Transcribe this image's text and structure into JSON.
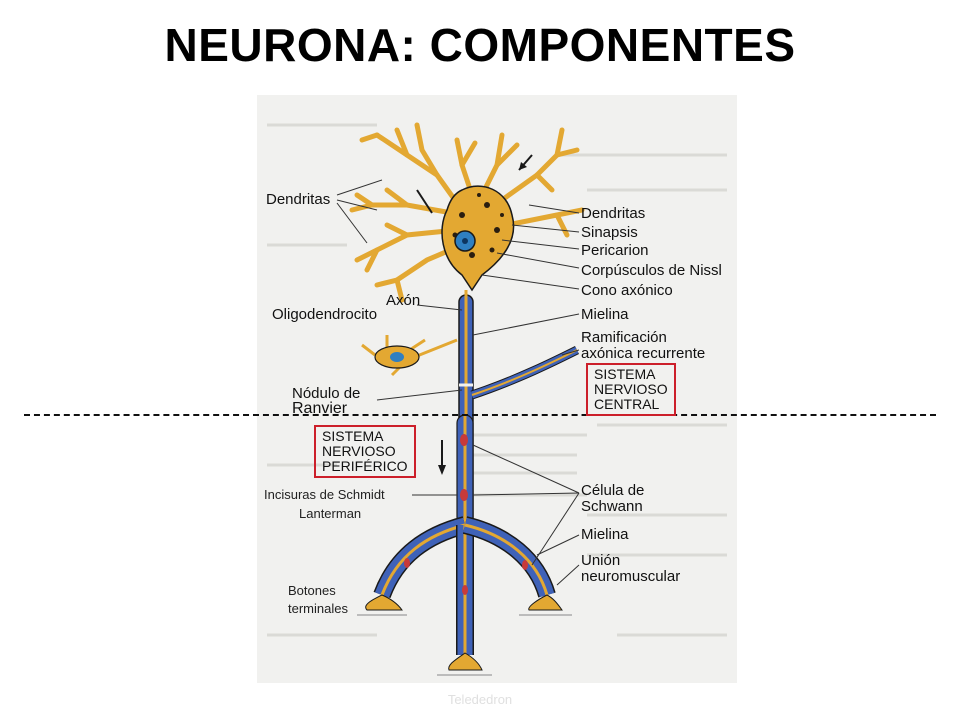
{
  "title": "NEURONA: COMPONENTES",
  "labels": {
    "dendritas_left": "Dendritas",
    "oligodendrocito": "Oligodendrocito",
    "axon": "Axón",
    "nodulo_1": "Nódulo de",
    "nodulo_2": "Ranvier",
    "dendritas_right": "Dendritas",
    "sinapsis": "Sinapsis",
    "pericarion": "Pericarion",
    "corpusculos": "Corpúsculos de Nissl",
    "cono": "Cono axónico",
    "mielina_top": "Mielina",
    "ramificacion_1": "Ramificación",
    "ramificacion_2": "axónica recurrente",
    "celula_1": "Célula de",
    "celula_2": "Schwann",
    "mielina_bottom": "Mielina",
    "union_1": "Unión",
    "union_2": "neuromuscular",
    "incisuras_1": "Incisuras de Schmidt",
    "incisuras_2": "Lanterman",
    "botones_1": "Botones",
    "botones_2": "terminales"
  },
  "boxes": {
    "snc": [
      "SISTEMA",
      "NERVIOSO",
      "CENTRAL"
    ],
    "snp": [
      "SISTEMA",
      "NERVIOSO",
      "PERIFÉRICO"
    ]
  },
  "watermark": "Telededron",
  "colors": {
    "neuron": "#e3a832",
    "myelin": "#3f62b8",
    "outline": "#1a1a1a",
    "box_border": "#cc1f2a",
    "nucleus": "#2f7fc1",
    "background_panel": "#f1f1ef"
  }
}
